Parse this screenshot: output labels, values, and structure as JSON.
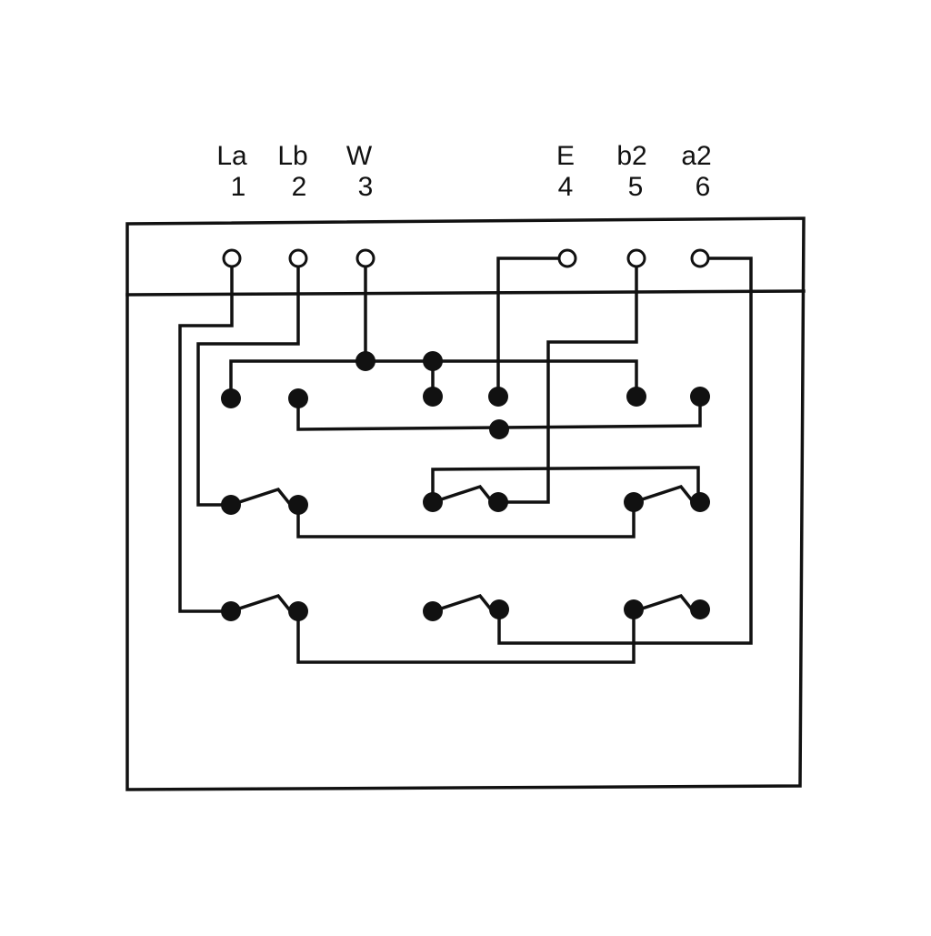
{
  "diagram": {
    "terminals": [
      {
        "name": "La",
        "number": "1"
      },
      {
        "name": "Lb",
        "number": "2"
      },
      {
        "name": "W",
        "number": "3"
      },
      {
        "name": "E",
        "number": "4"
      },
      {
        "name": "b2",
        "number": "5"
      },
      {
        "name": "a2",
        "number": "6"
      }
    ],
    "colors": {
      "ink": "#111111",
      "background": "#ffffff"
    }
  }
}
